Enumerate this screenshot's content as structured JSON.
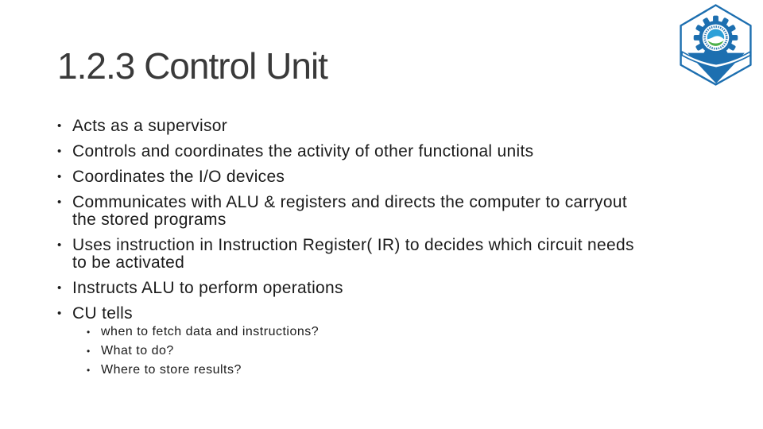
{
  "slide": {
    "title": "1.2.3 Control Unit",
    "bullet_char": "•",
    "bullets": [
      {
        "level": 1,
        "lines": [
          "Acts as a supervisor"
        ]
      },
      {
        "level": 1,
        "lines": [
          "Controls and coordinates the activity of other functional units"
        ]
      },
      {
        "level": 1,
        "lines": [
          "Coordinates the I/O devices"
        ]
      },
      {
        "level": 1,
        "lines": [
          "Communicates with ALU & registers and directs the computer to carryout",
          "the stored programs"
        ]
      },
      {
        "level": 1,
        "lines": [
          "Uses  instruction in Instruction Register( IR) to decides which circuit needs",
          "to be activated"
        ]
      },
      {
        "level": 1,
        "lines": [
          "Instructs ALU to perform operations"
        ]
      },
      {
        "level": 1,
        "lines": [
          "CU tells"
        ]
      },
      {
        "level": 2,
        "lines": [
          "when to fetch data and instructions?"
        ]
      },
      {
        "level": 2,
        "lines": [
          "What to do?"
        ]
      },
      {
        "level": 2,
        "lines": [
          "Where to store results?"
        ]
      }
    ],
    "logo": {
      "name": "college-emblem",
      "description": "hexagonal badge with gear, globe swoosh and open book",
      "colors": {
        "outline_blue": "#1d6fb0",
        "gear_blue": "#1d6fb0",
        "globe_teal": "#2da0d8",
        "globe_green": "#4eb04b"
      }
    },
    "colors": {
      "background": "#ffffff",
      "title_text": "#3a3a3a",
      "body_text": "#1b1b1b"
    }
  }
}
